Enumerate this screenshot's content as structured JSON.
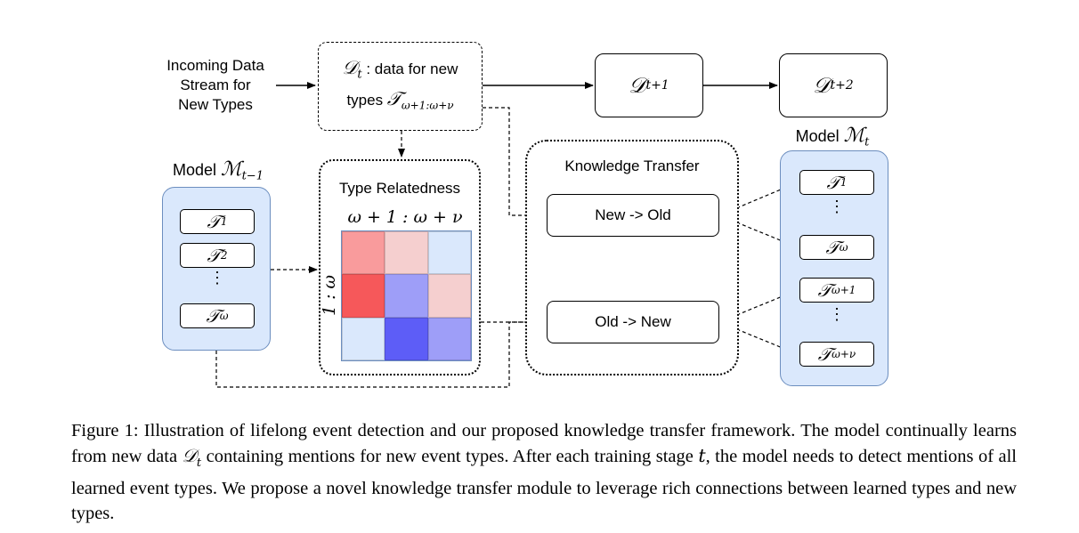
{
  "input": {
    "line1": "Incoming Data",
    "line2": "Stream for",
    "line3": "New Types"
  },
  "dt_box": {
    "symbol": "𝒟",
    "sub": "t",
    "text1": " : data for new",
    "text2": "types ",
    "types_symbol": "𝒯",
    "types_sub": "ω+1:ω+ν"
  },
  "dt1": {
    "symbol": "𝒟",
    "sub": "t+1"
  },
  "dt2": {
    "symbol": "𝒟",
    "sub": "t+2"
  },
  "model_prev": {
    "label": "Model ",
    "symbol": "ℳ",
    "sub": "t−1",
    "items": [
      {
        "symbol": "𝒯",
        "sub": "1"
      },
      {
        "symbol": "𝒯",
        "sub": "2"
      },
      {
        "symbol": "𝒯",
        "sub": "ω"
      }
    ],
    "dots": "⋮"
  },
  "relatedness": {
    "title": "Type Relatedness",
    "col_label": "ω + 1 : ω + ν",
    "row_label": "1 : ω",
    "colors": [
      [
        "#f99b9c",
        "#f5cfcf",
        "#dae8fc"
      ],
      [
        "#f6585a",
        "#9e9ef8",
        "#f5cfcf"
      ],
      [
        "#dae8fc",
        "#5d5df7",
        "#9e9ef8"
      ]
    ]
  },
  "knowledge": {
    "title": "Knowledge Transfer",
    "new_old": "New -> Old",
    "old_new": "Old -> New"
  },
  "model_cur": {
    "label": "Model ",
    "symbol": "ℳ",
    "sub": "t",
    "items": [
      {
        "symbol": "𝒯",
        "sub": "1"
      },
      {
        "symbol": "𝒯",
        "sub": "ω"
      },
      {
        "symbol": "𝒯",
        "sub": "ω+1"
      },
      {
        "symbol": "𝒯",
        "sub": "ω+ν"
      }
    ],
    "dots": "⋮"
  },
  "caption": {
    "part1": "Figure 1: Illustration of lifelong event detection and our proposed knowledge transfer framework. The model continually learns from new data ",
    "part1_math": "𝒟",
    "part1_sub": "t",
    "part2": " containing mentions for new event types. After each training stage ",
    "part2_math": "t",
    "part3": ", the model needs to detect mentions of all learned event types. We propose a novel knowledge transfer module to leverage rich connections between learned types and new types."
  }
}
